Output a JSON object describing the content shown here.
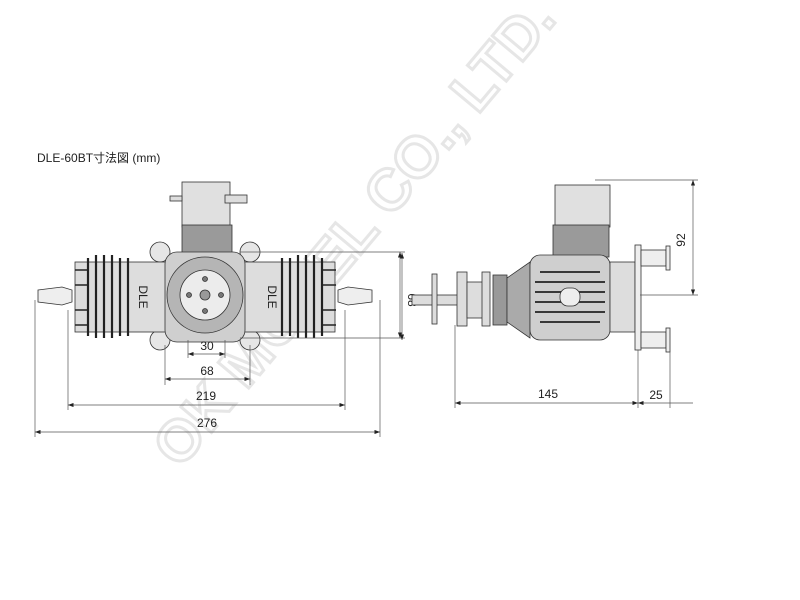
{
  "title": "DLE-60BT寸法図 (mm)",
  "watermark": "OK MODEL CO., LTD.",
  "front_view": {
    "dimensions": {
      "d30": "30",
      "d68_horizontal": "68",
      "d219": "219",
      "d276": "276",
      "d68_vertical": "68"
    },
    "cylinder_label": "DLE"
  },
  "side_view": {
    "dimensions": {
      "d145": "145",
      "d25": "25",
      "d92": "92"
    }
  },
  "colors": {
    "line": "#333333",
    "body": "#d4d4d4",
    "dark": "#8a8a8a"
  }
}
